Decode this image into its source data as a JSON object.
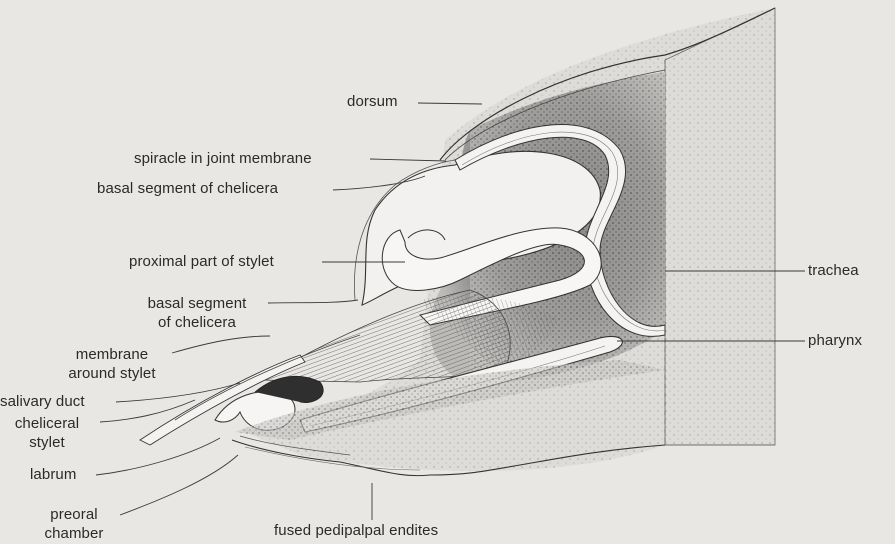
{
  "diagram": {
    "labels": {
      "dorsum": "dorsum",
      "spiracle": "spiracle in joint membrane",
      "basal_segment_1": "basal segment of chelicera",
      "proximal_stylet": "proximal part of stylet",
      "basal_segment_2": [
        "basal segment",
        "of chelicera"
      ],
      "membrane": [
        "membrane",
        "around stylet"
      ],
      "salivary_duct": "salivary duct",
      "cheliceral_stylet": [
        "cheliceral",
        "stylet"
      ],
      "labrum": "labrum",
      "preoral_chamber": [
        "preoral",
        "chamber"
      ],
      "fused_endites": "fused pedipalpal endites",
      "trachea": "trachea",
      "pharynx": "pharynx"
    }
  }
}
